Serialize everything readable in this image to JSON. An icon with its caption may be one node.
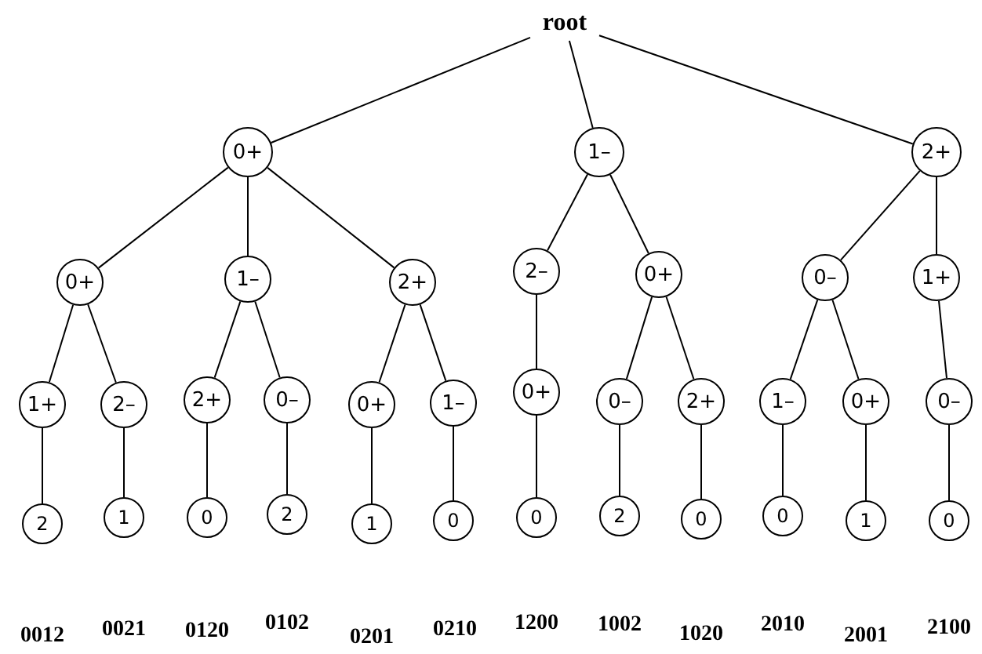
{
  "diagram": {
    "nodes": [
      {
        "text": [
          "root"
        ]
      },
      {
        "text": [
          "0+"
        ]
      },
      {
        "text": [
          "1–"
        ]
      },
      {
        "text": [
          "2+"
        ]
      },
      {
        "text": [
          "0+"
        ]
      },
      {
        "text": [
          "1–"
        ]
      },
      {
        "text": [
          "2+"
        ]
      },
      {
        "text": [
          "2–"
        ]
      },
      {
        "text": [
          "0+"
        ]
      },
      {
        "text": [
          "0–"
        ]
      },
      {
        "text": [
          "1+"
        ]
      },
      {
        "text": [
          "1+"
        ]
      },
      {
        "text": [
          "2–"
        ]
      },
      {
        "text": [
          "2+"
        ]
      },
      {
        "text": [
          "0–"
        ]
      },
      {
        "text": [
          "0+"
        ]
      },
      {
        "text": [
          "1–"
        ]
      },
      {
        "text": [
          "0+"
        ]
      },
      {
        "text": [
          "0–"
        ]
      },
      {
        "text": [
          "2+"
        ]
      },
      {
        "text": [
          "1–"
        ]
      },
      {
        "text": [
          "0+"
        ]
      },
      {
        "text": [
          "0–"
        ]
      },
      {
        "text": [
          "2"
        ]
      },
      {
        "text": [
          "1"
        ]
      },
      {
        "text": [
          "0"
        ]
      },
      {
        "text": [
          "2"
        ]
      },
      {
        "text": [
          "1"
        ]
      },
      {
        "text": [
          "0"
        ]
      },
      {
        "text": [
          "0"
        ]
      },
      {
        "text": [
          "2"
        ]
      },
      {
        "text": [
          "0"
        ]
      },
      {
        "text": [
          "0"
        ]
      },
      {
        "text": [
          "1"
        ]
      },
      {
        "text": [
          "0"
        ]
      }
    ],
    "edges": [
      {
        "from": 0,
        "to": 1,
        "arrow": "none"
      },
      {
        "from": 0,
        "to": 2,
        "arrow": "none"
      },
      {
        "from": 0,
        "to": 3,
        "arrow": "none"
      },
      {
        "from": 1,
        "to": 4,
        "arrow": "none"
      },
      {
        "from": 1,
        "to": 5,
        "arrow": "none"
      },
      {
        "from": 1,
        "to": 6,
        "arrow": "none"
      },
      {
        "from": 2,
        "to": 7,
        "arrow": "none"
      },
      {
        "from": 2,
        "to": 8,
        "arrow": "none"
      },
      {
        "from": 3,
        "to": 9,
        "arrow": "none"
      },
      {
        "from": 3,
        "to": 10,
        "arrow": "none"
      },
      {
        "from": 4,
        "to": 11,
        "arrow": "none"
      },
      {
        "from": 4,
        "to": 12,
        "arrow": "none"
      },
      {
        "from": 5,
        "to": 13,
        "arrow": "none"
      },
      {
        "from": 5,
        "to": 14,
        "arrow": "none"
      },
      {
        "from": 6,
        "to": 15,
        "arrow": "none"
      },
      {
        "from": 6,
        "to": 16,
        "arrow": "none"
      },
      {
        "from": 7,
        "to": 17,
        "arrow": "none"
      },
      {
        "from": 8,
        "to": 18,
        "arrow": "none"
      },
      {
        "from": 8,
        "to": 19,
        "arrow": "none"
      },
      {
        "from": 9,
        "to": 20,
        "arrow": "none"
      },
      {
        "from": 9,
        "to": 21,
        "arrow": "none"
      },
      {
        "from": 10,
        "to": 22,
        "arrow": "none"
      },
      {
        "from": 11,
        "to": 23,
        "arrow": "none"
      },
      {
        "from": 12,
        "to": 24,
        "arrow": "none"
      },
      {
        "from": 13,
        "to": 25,
        "arrow": "none"
      },
      {
        "from": 14,
        "to": 26,
        "arrow": "none"
      },
      {
        "from": 15,
        "to": 27,
        "arrow": "none"
      },
      {
        "from": 16,
        "to": 28,
        "arrow": "none"
      },
      {
        "from": 17,
        "to": 29,
        "arrow": "none"
      },
      {
        "from": 18,
        "to": 30,
        "arrow": "none"
      },
      {
        "from": 19,
        "to": 31,
        "arrow": "none"
      },
      {
        "from": 20,
        "to": 32,
        "arrow": "none"
      },
      {
        "from": 21,
        "to": 33,
        "arrow": "none"
      },
      {
        "from": 22,
        "to": 34,
        "arrow": "none"
      }
    ],
    "labels": [
      "0012",
      "0021",
      "0120",
      "0102",
      "0201",
      "0210",
      "1200",
      "1002",
      "1020",
      "2010",
      "2001",
      "2100"
    ]
  }
}
